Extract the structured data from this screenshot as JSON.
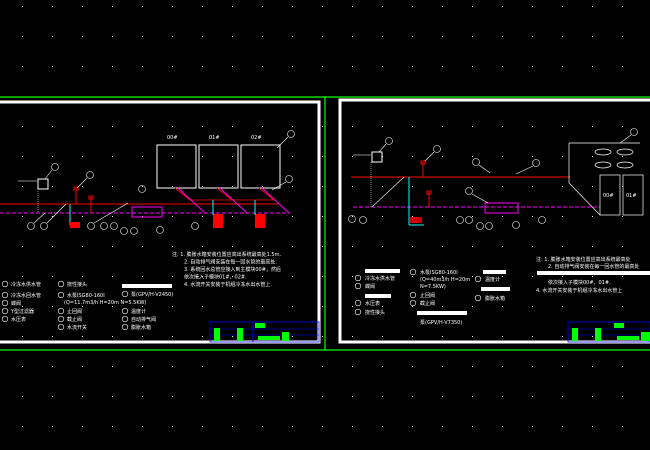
{
  "colors": {
    "background": "#000000",
    "frame": "#ffffff",
    "layout_border": "#00ff00",
    "supply_pipe": "#ff0000",
    "return_pipe": "#ff00ff",
    "drain": "#00ffff",
    "title_block": "#0000ff",
    "title_fill": "#00ff00"
  },
  "left_sheet": {
    "unit_labels": [
      "00#",
      "01#",
      "02#"
    ],
    "legend": [
      {
        "n": "1",
        "t": "冷冻水供水管"
      },
      {
        "n": "2",
        "t": "冷冻水回水管"
      },
      {
        "n": "3",
        "t": "蝶阀"
      },
      {
        "n": "4",
        "t": "Y型过滤器"
      },
      {
        "n": "5",
        "t": "水压表"
      },
      {
        "n": "6",
        "t": "挠性接头"
      },
      {
        "n": "7",
        "t": "水泵ISG80-160I"
      },
      {
        "n": "7b",
        "t": "(Q=11.7m3/h H=20m N=5.5KW)"
      },
      {
        "n": "8",
        "t": "止回阀"
      },
      {
        "n": "9",
        "t": "截止阀"
      },
      {
        "n": "10",
        "t": "水流开关"
      },
      {
        "n": "11",
        "t": "泵(GPV/H-V2450)"
      },
      {
        "n": "12",
        "t": "温度计"
      },
      {
        "n": "13",
        "t": "自动排气阀"
      },
      {
        "n": "14",
        "t": "膨胀水箱"
      }
    ],
    "notes": [
      "注: 1. 膨胀水箱安装位置应高出系统最高处1.5m.",
      "2. 自动排气阀安装在每一回水管的最高处.",
      "3. 系统回水总管应接入到主模块00#，然后",
      "依次接入子模块01#、02#.",
      "4. 水流开关安装于机组冷冻水出水管上."
    ]
  },
  "right_sheet": {
    "unit_labels": [
      "00#",
      "01#"
    ],
    "legend": [
      "冷冻水供水管",
      "蝶阀",
      "水压表",
      "挠性接头",
      "水泵ISG80-160I",
      "(Q=40m3/h H=20m",
      "N=7.5KW)",
      "止回阀",
      "截止阀",
      "泵(GPV/H-V7350)",
      "温度计",
      "膨胀水箱"
    ],
    "notes": [
      "注: 1. 膨胀水箱安装位置应高出系统最高处",
      "2. 自动排气阀安装在每一回水管的最高处",
      "依次接入子模块00#、01#.",
      "4. 水流开关安装于机组冷冻水出水管上"
    ]
  }
}
